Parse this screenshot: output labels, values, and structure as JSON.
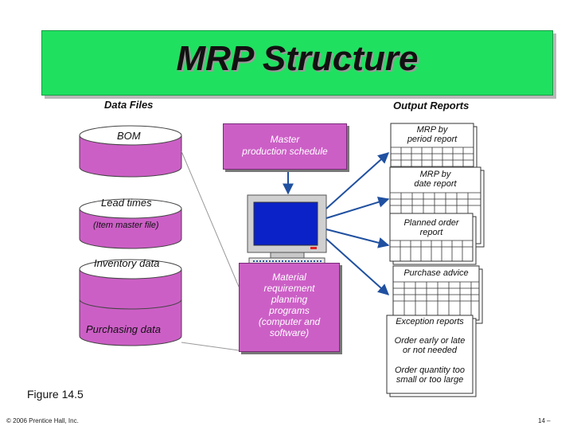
{
  "title": "MRP Structure",
  "headers": {
    "data_files": "Data Files",
    "output_reports": "Output Reports"
  },
  "data_files": {
    "bom": "BOM",
    "lead_times": "Lead times",
    "item_master": "(Item master file)",
    "inventory": "Inventory data",
    "purchasing": "Purchasing data"
  },
  "mps": {
    "line1": "Master",
    "line2": "production schedule"
  },
  "mrp_program": {
    "line1": "Material",
    "line2": "requirement",
    "line3": "planning",
    "line4": "programs",
    "line5": "(computer and",
    "line6": "software)"
  },
  "reports": {
    "by_period_1": "MRP by",
    "by_period_2": "period report",
    "by_date_1": "MRP by",
    "by_date_2": "date report",
    "planned_1": "Planned order",
    "planned_2": "report",
    "purchase": "Purchase advice",
    "exception": "Exception reports",
    "early_1": "Order early or late",
    "early_2": "or not needed",
    "qty_1": "Order quantity too",
    "qty_2": "small or too large"
  },
  "figure": "Figure 14.5",
  "copyright": "© 2006 Prentice Hall, Inc.",
  "page": "14 –",
  "colors": {
    "title_bg": "#20e060",
    "cylinder": "#cc5fc6",
    "box": "#cc5fc6",
    "screen": "#0b22c8"
  }
}
